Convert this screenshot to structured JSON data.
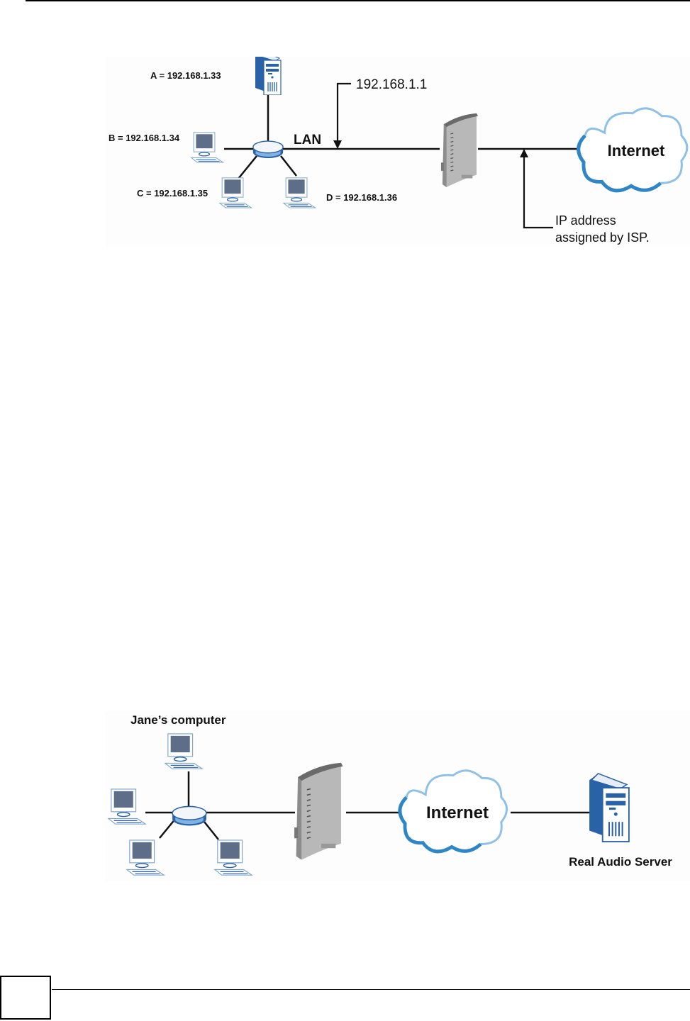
{
  "figure1": {
    "hosts": [
      {
        "id": "A",
        "label": "A = 192.168.1.33",
        "type": "server"
      },
      {
        "id": "B",
        "label": "B = 192.168.1.34",
        "type": "computer"
      },
      {
        "id": "C",
        "label": "C = 192.168.1.35",
        "type": "computer"
      },
      {
        "id": "D",
        "label": "D = 192.168.1.36",
        "type": "computer"
      }
    ],
    "lan_label": "LAN",
    "router_ip_label": "192.168.1.1",
    "cloud_label": "Internet",
    "isp_label_line1": "IP address",
    "isp_label_line2": "assigned by ISP."
  },
  "figure2": {
    "janes_computer_label": "Jane’s computer",
    "cloud_label": "Internet",
    "server_label": "Real Audio Server"
  },
  "colors": {
    "server_blue": "#2a62a8",
    "cloud_outline": "#3a8cc8",
    "monitor_screen": "#5e6e88",
    "router_gray": "#b4b4b4"
  }
}
